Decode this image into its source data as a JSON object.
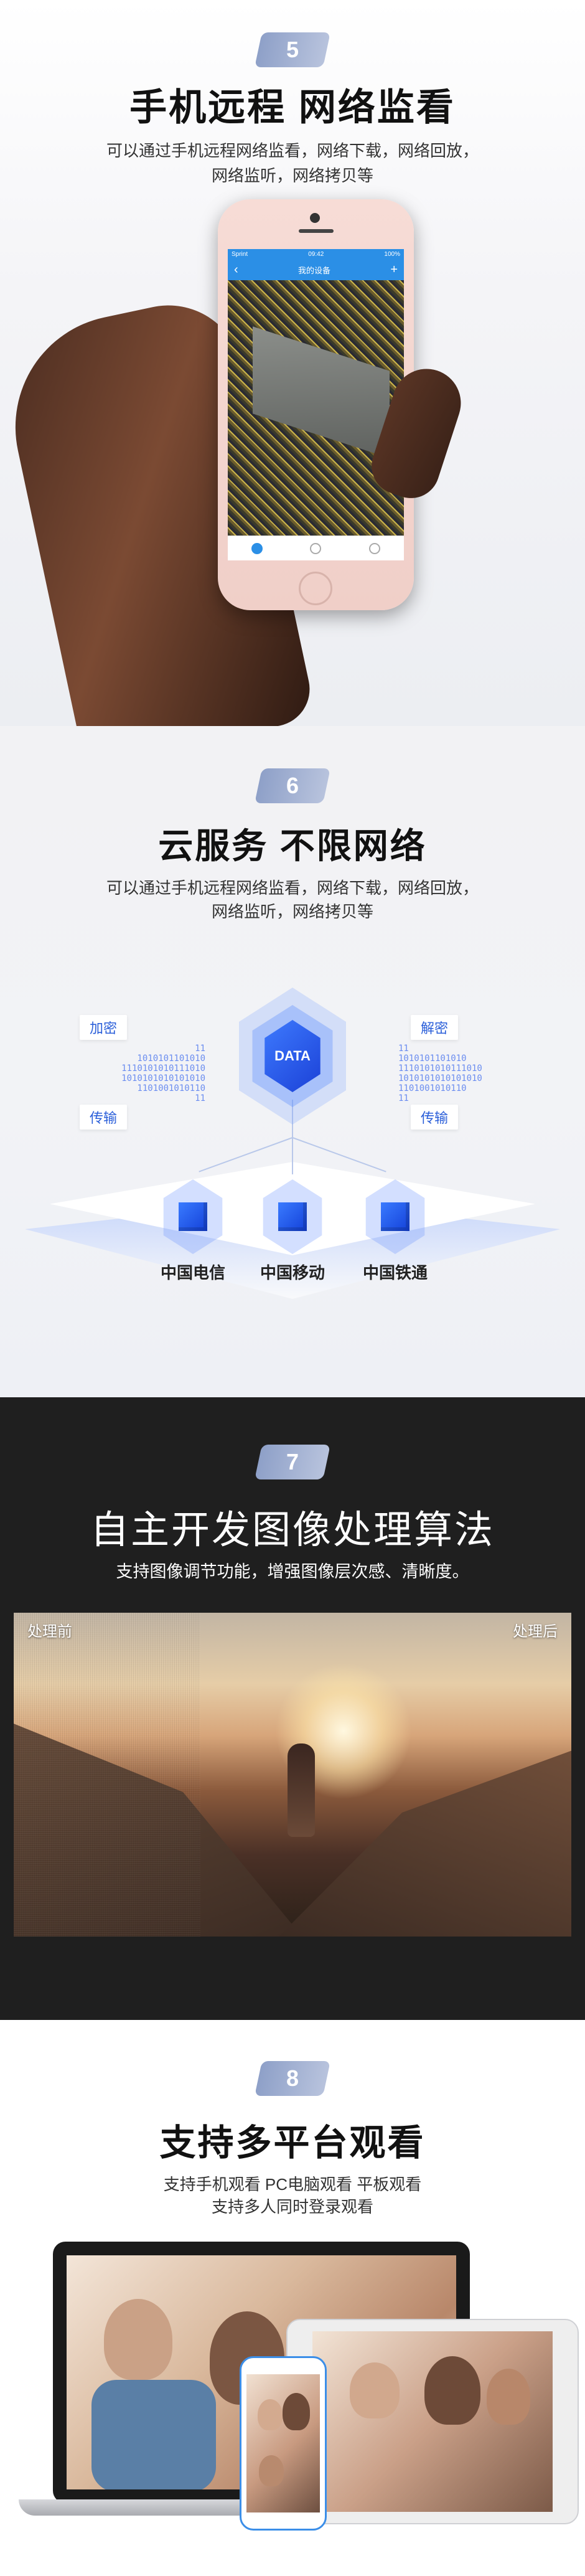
{
  "section1": {
    "badge": "5",
    "title": "手机远程 网络监看",
    "subtitle_line1": "可以通过手机远程网络监看，网络下载，网络回放，",
    "subtitle_line2": "网络监听，网络拷贝等",
    "phone": {
      "status_left": "Sprint",
      "status_time": "09:42",
      "status_right": "100%",
      "back": "‹",
      "app_title": "我的设备",
      "add": "+"
    }
  },
  "section2": {
    "badge": "6",
    "title": "云服务 不限网络",
    "subtitle_line1": "可以通过手机远程网络监看，网络下载，网络回放，",
    "subtitle_line2": "网络监听，网络拷贝等",
    "hub_label": "DATA",
    "left_tag_top": "加密",
    "left_tag_bottom": "传输",
    "right_tag_top": "解密",
    "right_tag_bottom": "传输",
    "bits_left": "11\n1010101101010\n1110101010111010\n1010101010101010\n1101001010110\n11",
    "bits_right": "11\n1010101101010\n1110101010111010\n1010101010101010\n1101001010110\n11",
    "carriers": [
      "中国电信",
      "中国移动",
      "中国铁通"
    ],
    "accent": "#2b5fd9"
  },
  "section3": {
    "badge": "7",
    "title": "自主开发图像处理算法",
    "subtitle": "支持图像调节功能，增强图像层次感、清晰度。",
    "before_label": "处理前",
    "after_label": "处理后"
  },
  "section4": {
    "badge": "8",
    "title": "支持多平台观看",
    "subtitle_line1": "支持手机观看 PC电脑观看 平板观看",
    "subtitle_line2": "支持多人同时登录观看"
  }
}
